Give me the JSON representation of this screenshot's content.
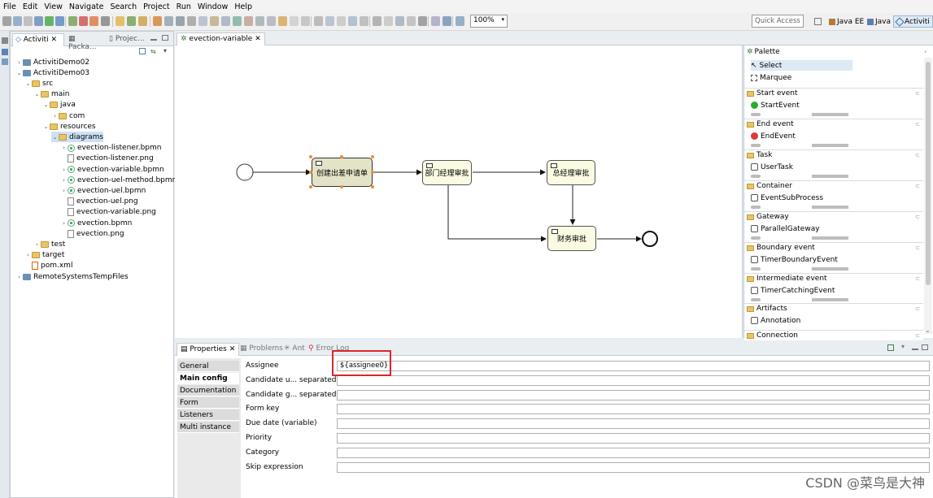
{
  "menu": [
    "File",
    "Edit",
    "View",
    "Navigate",
    "Search",
    "Project",
    "Run",
    "Window",
    "Help"
  ],
  "toolbar": {
    "zoom": "100%",
    "quick_access_placeholder": "Quick Access",
    "perspectives": [
      "Java EE",
      "Java",
      "Activiti"
    ]
  },
  "explorer": {
    "tabs": [
      "Activiti",
      "Packa...",
      "Projec..."
    ],
    "tree": [
      {
        "label": "ActivitiDemo02",
        "depth": 0,
        "twisty": "›",
        "icon": "project"
      },
      {
        "label": "ActivitiDemo03",
        "depth": 0,
        "twisty": "⌄",
        "icon": "project"
      },
      {
        "label": "src",
        "depth": 1,
        "twisty": "⌄",
        "icon": "folder"
      },
      {
        "label": "main",
        "depth": 2,
        "twisty": "⌄",
        "icon": "folder"
      },
      {
        "label": "java",
        "depth": 3,
        "twisty": "⌄",
        "icon": "folder"
      },
      {
        "label": "com",
        "depth": 4,
        "twisty": "›",
        "icon": "folder"
      },
      {
        "label": "resources",
        "depth": 3,
        "twisty": "⌄",
        "icon": "folder"
      },
      {
        "label": "diagrams",
        "depth": 4,
        "twisty": "⌄",
        "icon": "folder",
        "selected": true
      },
      {
        "label": "evection-listener.bpmn",
        "depth": 5,
        "twisty": "›",
        "icon": "bpmn"
      },
      {
        "label": "evection-listener.png",
        "depth": 5,
        "twisty": "",
        "icon": "file"
      },
      {
        "label": "evection-variable.bpmn",
        "depth": 5,
        "twisty": "›",
        "icon": "bpmn"
      },
      {
        "label": "evection-uel-method.bpmn",
        "depth": 5,
        "twisty": "›",
        "icon": "bpmn"
      },
      {
        "label": "evection-uel.bpmn",
        "depth": 5,
        "twisty": "›",
        "icon": "bpmn"
      },
      {
        "label": "evection-uel.png",
        "depth": 5,
        "twisty": "",
        "icon": "file"
      },
      {
        "label": "evection-variable.png",
        "depth": 5,
        "twisty": "",
        "icon": "file"
      },
      {
        "label": "evection.bpmn",
        "depth": 5,
        "twisty": "›",
        "icon": "bpmn"
      },
      {
        "label": "evection.png",
        "depth": 5,
        "twisty": "",
        "icon": "file"
      },
      {
        "label": "test",
        "depth": 2,
        "twisty": "›",
        "icon": "folder"
      },
      {
        "label": "target",
        "depth": 1,
        "twisty": "›",
        "icon": "folder"
      },
      {
        "label": "pom.xml",
        "depth": 1,
        "twisty": "",
        "icon": "xml"
      },
      {
        "label": "RemoteSystemsTempFiles",
        "depth": 0,
        "twisty": "›",
        "icon": "project"
      }
    ]
  },
  "editor": {
    "tab_label": "evection-variable",
    "tasks": [
      {
        "id": "task1",
        "label": "创建出差申请单"
      },
      {
        "id": "task2",
        "label": "部门经理审批"
      },
      {
        "id": "task3",
        "label": "总经理审批"
      },
      {
        "id": "task4",
        "label": "财务审批"
      }
    ]
  },
  "palette": {
    "title": "Palette",
    "tools": [
      "Select",
      "Marquee"
    ],
    "sections": [
      {
        "title": "Start event",
        "item": "StartEvent",
        "icon": "start-event-icon",
        "color": "#2eaa2e"
      },
      {
        "title": "End event",
        "item": "EndEvent",
        "icon": "end-event-icon",
        "color": "#d93b3b"
      },
      {
        "title": "Task",
        "item": "UserTask",
        "icon": "user-task-icon",
        "color": "#555555"
      },
      {
        "title": "Container",
        "item": "EventSubProcess",
        "icon": "event-subprocess-icon",
        "color": "#555555"
      },
      {
        "title": "Gateway",
        "item": "ParallelGateway",
        "icon": "parallel-gateway-icon",
        "color": "#555555"
      },
      {
        "title": "Boundary event",
        "item": "TimerBoundaryEvent",
        "icon": "timer-boundary-icon",
        "color": "#555555"
      },
      {
        "title": "Intermediate event",
        "item": "TimerCatchingEvent",
        "icon": "timer-catching-icon",
        "color": "#555555"
      },
      {
        "title": "Artifacts",
        "item": "Annotation",
        "icon": "annotation-icon",
        "color": "#555555"
      },
      {
        "title": "Connection",
        "item": "",
        "icon": "",
        "color": ""
      }
    ]
  },
  "properties": {
    "tabs": [
      "Properties",
      "Problems",
      "Ant",
      "Error Log"
    ],
    "side_tabs": [
      "General",
      "Main config",
      "Documentation",
      "Form",
      "Listeners",
      "Multi instance"
    ],
    "active_side_tab": "Main config",
    "fields": [
      {
        "label": "Assignee",
        "value": "${assignee0}"
      },
      {
        "label": "Candidate u... separated)",
        "value": ""
      },
      {
        "label": "Candidate g... separated)",
        "value": ""
      },
      {
        "label": "Form key",
        "value": ""
      },
      {
        "label": "Due date (variable)",
        "value": ""
      },
      {
        "label": "Priority",
        "value": ""
      },
      {
        "label": "Category",
        "value": ""
      },
      {
        "label": "Skip expression",
        "value": ""
      }
    ]
  },
  "watermark": "CSDN @菜鸟是大神",
  "colors": {
    "highlight": "#d9262b",
    "selection": "#cde1f5",
    "task_fill": "#fbfbe3"
  }
}
